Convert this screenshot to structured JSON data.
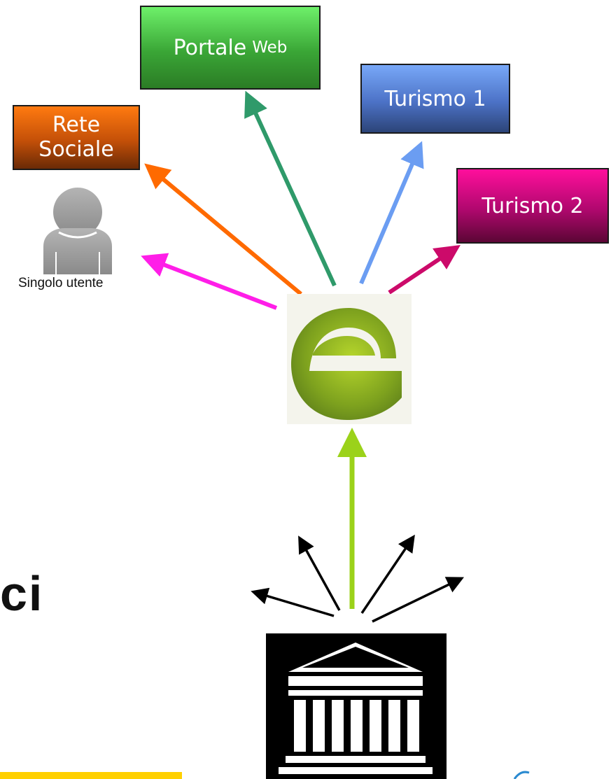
{
  "boxes": {
    "portale_main": "Portale",
    "portale_small": "Web",
    "turismo1": "Turismo 1",
    "turismo2": "Turismo 2",
    "rete_line1": "Rete",
    "rete_line2": "Sociale"
  },
  "user": {
    "label": "Singolo utente",
    "icon": "person-icon"
  },
  "hub": {
    "icon": "e-logo-icon"
  },
  "source": {
    "icon": "museum-building-icon"
  },
  "fragment_text": "ci",
  "colors": {
    "portale": "#3aa636",
    "turismo1": "#4c72c6",
    "turismo2": "#b0086e",
    "rete": "#c45008",
    "arrow_pink": "#ff1ee8",
    "arrow_orange": "#ff6a00",
    "arrow_green": "#2f9a6a",
    "arrow_blue": "#6b9df2",
    "arrow_magenta": "#cc0a6a",
    "arrow_lime": "#9bd21a",
    "arrow_black": "#000000",
    "accent_yellow": "#ffd000"
  }
}
